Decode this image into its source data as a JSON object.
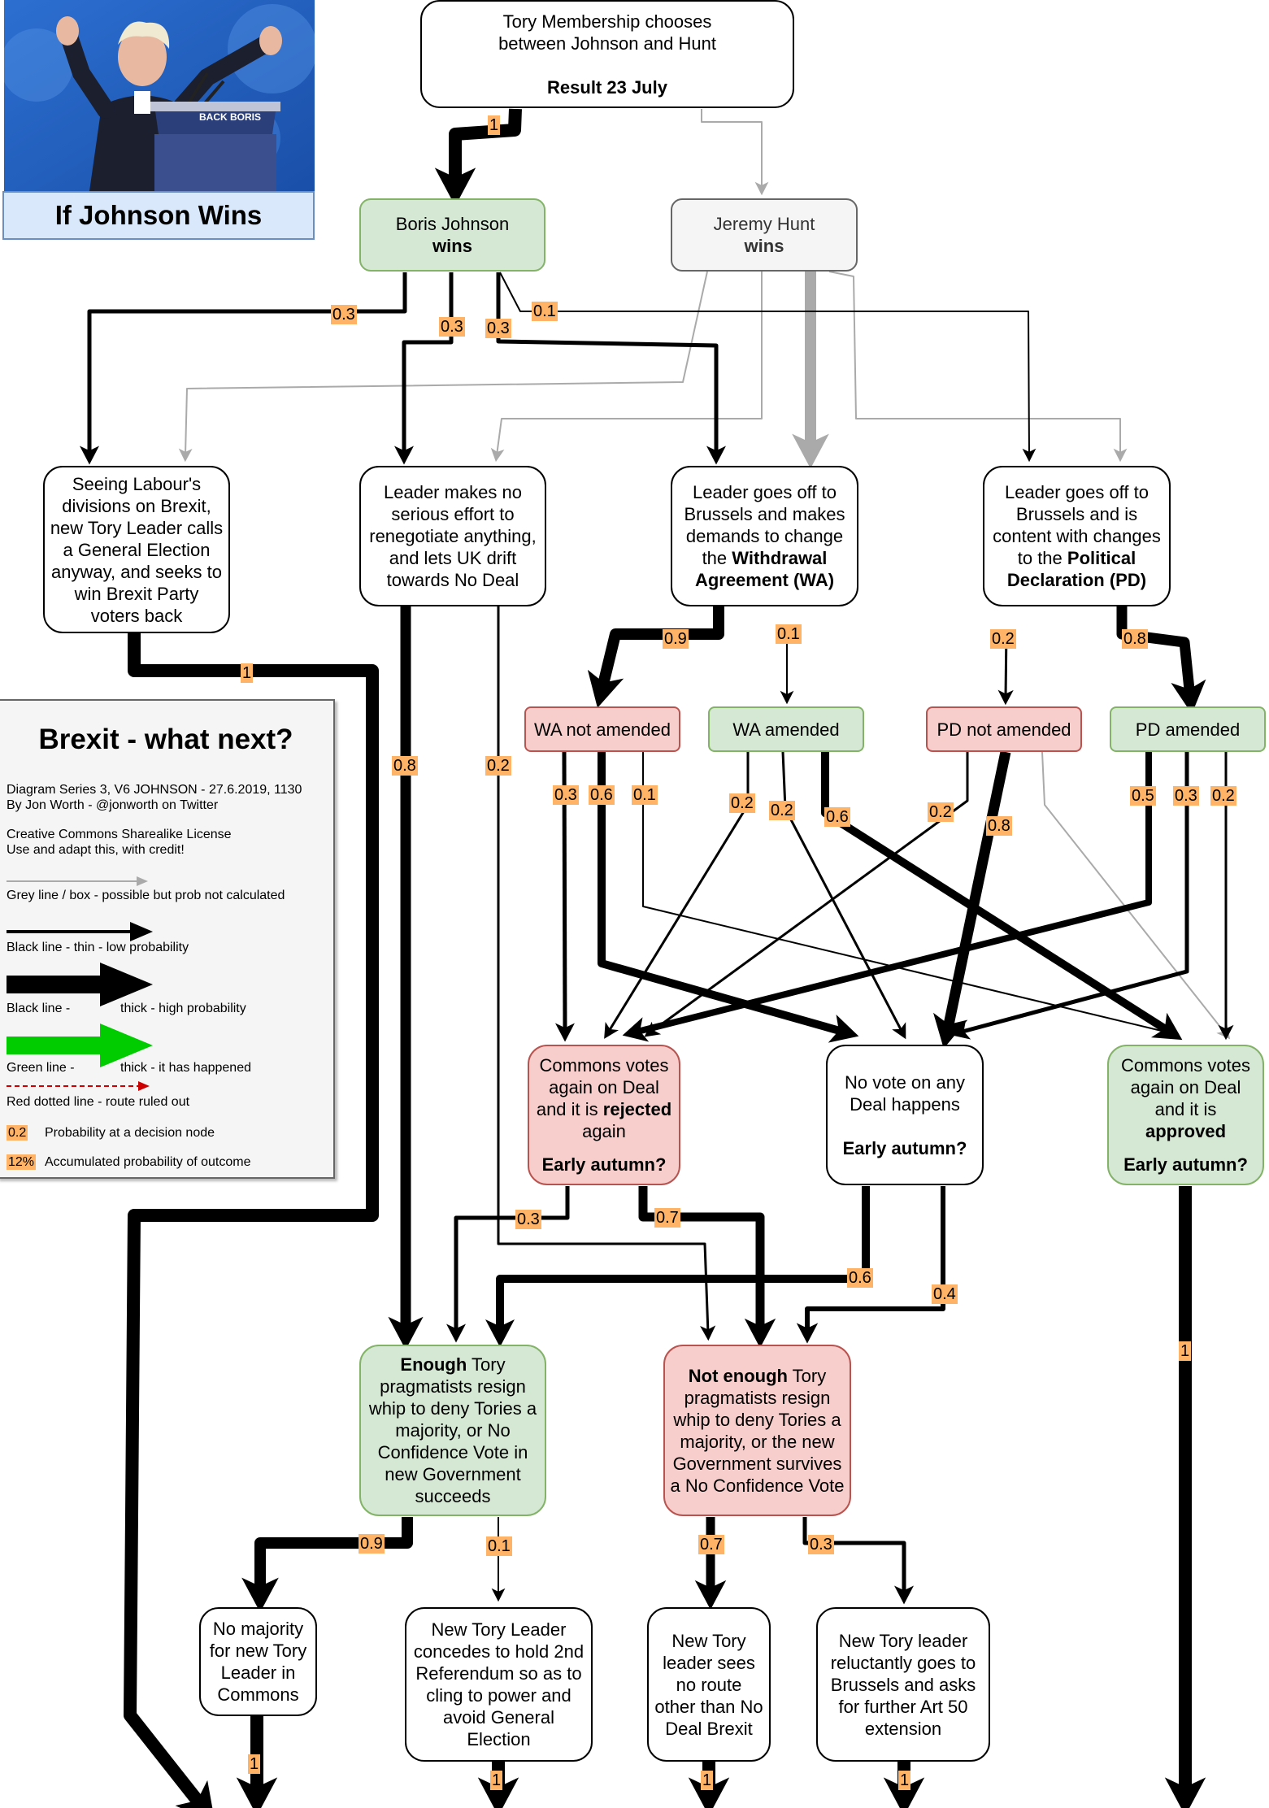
{
  "header": {
    "caption": "If Johnson Wins",
    "photo_text": "BACK BORIS"
  },
  "legend": {
    "title": "Brexit - what next?",
    "series_line": "Diagram Series 3, V6 JOHNSON - 27.6.2019, 1130",
    "author_line": "By Jon Worth - @jonworth on Twitter",
    "license_line1": "Creative Commons Sharealike License",
    "license_line2": "Use and adapt this, with credit!",
    "grey_text": "Grey line / box - possible but prob not calculated",
    "thin_text": "Black line - thin - low probability",
    "thick_a": "Black line -",
    "thick_b": "thick - high probability",
    "green_a": "Green line -",
    "green_b": "thick - it has happened",
    "red_text": "Red dotted line - route ruled out",
    "prob_swatch": "0.2",
    "prob_text": "Probability at a decision node",
    "acc_swatch": "12%",
    "acc_text": "Accumulated probability of outcome",
    "colors": {
      "orange": "#ffb366",
      "green": "#00cc00",
      "red": "#cc0000",
      "grey": "#aaaaaa"
    }
  },
  "nodes": {
    "top": {
      "l1": "Tory Membership chooses",
      "l2": "between Johnson and Hunt",
      "l3": "Result 23 July"
    },
    "johnson": {
      "l1": "Boris Johnson",
      "l2": "wins"
    },
    "hunt": {
      "l1": "Jeremy Hunt",
      "l2": "wins"
    },
    "labour": {
      "text": "Seeing Labour's divisions on Brexit, new Tory Leader calls a General Election anyway, and seeks to win Brexit Party voters back"
    },
    "noeffort": {
      "text": "Leader makes no serious effort to renegotiate anything, and lets UK drift towards No Deal"
    },
    "brussels_wa": {
      "pre": "Leader goes off to Brussels and makes demands to change the ",
      "bold": "Withdrawal Agreement (WA)"
    },
    "brussels_pd": {
      "pre": "Leader goes off to Brussels and is content with changes to the ",
      "bold": "Political Declaration (PD)"
    },
    "wa_not": {
      "text": "WA not amended"
    },
    "wa_am": {
      "text": "WA amended"
    },
    "pd_not": {
      "text": "PD not amended"
    },
    "pd_am": {
      "text": "PD amended"
    },
    "rejected": {
      "pre": "Commons votes again on Deal and it is ",
      "bold": "rejected",
      "post": " again",
      "tail": "Early autumn?"
    },
    "novote": {
      "text": "No vote on any Deal happens",
      "tail": "Early autumn?"
    },
    "approved": {
      "pre": "Commons votes again on Deal and it is ",
      "bold": "approved",
      "tail": "Early autumn?"
    },
    "enough": {
      "bold": "Enough",
      "post": " Tory pragmatists resign whip to deny Tories a majority, or No Confidence Vote in new Government succeeds"
    },
    "notenough": {
      "bold": "Not enough",
      "post": " Tory pragmatists resign whip to deny Tories a majority, or the new Government survives a No Confidence Vote"
    },
    "nomajority": {
      "text": "No majority for new Tory Leader in Commons"
    },
    "referendum": {
      "text": "New Tory Leader concedes to hold 2nd Referendum so as to cling to power and avoid General Election"
    },
    "nodeal": {
      "text": "New Tory leader sees no route other than No Deal Brexit"
    },
    "extension": {
      "text": "New Tory leader reluctantly goes to Brussels and asks for further Art 50 extension"
    }
  },
  "edges": [
    {
      "from": "top",
      "to": "johnson",
      "p": "1"
    },
    {
      "from": "top",
      "to": "hunt",
      "p": ""
    },
    {
      "from": "johnson",
      "to": "labour",
      "p": "0.3"
    },
    {
      "from": "johnson",
      "to": "noeffort",
      "p": "0.3"
    },
    {
      "from": "johnson",
      "to": "brussels_wa",
      "p": "0.3"
    },
    {
      "from": "johnson",
      "to": "brussels_pd",
      "p": "0.1"
    },
    {
      "from": "labour",
      "to": "bottom",
      "p": "1"
    },
    {
      "from": "noeffort",
      "to": "enough",
      "p": "0.8"
    },
    {
      "from": "noeffort",
      "to": "notenough",
      "p": "0.2"
    },
    {
      "from": "brussels_wa",
      "to": "wa_not",
      "p": "0.9"
    },
    {
      "from": "brussels_wa",
      "to": "wa_am",
      "p": "0.1"
    },
    {
      "from": "brussels_pd",
      "to": "pd_not",
      "p": "0.2"
    },
    {
      "from": "brussels_pd",
      "to": "pd_am",
      "p": "0.8"
    },
    {
      "from": "wa_not",
      "to": "rejected",
      "p": "0.3"
    },
    {
      "from": "wa_not",
      "to": "novote",
      "p": "0.6"
    },
    {
      "from": "wa_not",
      "to": "approved",
      "p": "0.1"
    },
    {
      "from": "wa_am",
      "to": "rejected",
      "p": "0.2"
    },
    {
      "from": "wa_am",
      "to": "novote",
      "p": "0.2"
    },
    {
      "from": "wa_am",
      "to": "approved",
      "p": "0.6"
    },
    {
      "from": "pd_not",
      "to": "rejected",
      "p": "0.2"
    },
    {
      "from": "pd_not",
      "to": "novote",
      "p": "0.8"
    },
    {
      "from": "pd_am",
      "to": "rejected",
      "p": "0.5"
    },
    {
      "from": "pd_am",
      "to": "novote",
      "p": "0.3"
    },
    {
      "from": "pd_am",
      "to": "approved",
      "p": "0.2"
    },
    {
      "from": "rejected",
      "to": "enough",
      "p": "0.3"
    },
    {
      "from": "rejected",
      "to": "notenough",
      "p": "0.7"
    },
    {
      "from": "novote",
      "to": "enough",
      "p": "0.6"
    },
    {
      "from": "novote",
      "to": "notenough",
      "p": "0.4"
    },
    {
      "from": "approved",
      "to": "bottom",
      "p": "1"
    },
    {
      "from": "enough",
      "to": "nomajority",
      "p": "0.9"
    },
    {
      "from": "enough",
      "to": "referendum",
      "p": "0.1"
    },
    {
      "from": "notenough",
      "to": "nodeal",
      "p": "0.7"
    },
    {
      "from": "notenough",
      "to": "extension",
      "p": "0.3"
    },
    {
      "from": "nomajority",
      "to": "bottom",
      "p": "1"
    },
    {
      "from": "referendum",
      "to": "bottom",
      "p": "1"
    },
    {
      "from": "nodeal",
      "to": "bottom",
      "p": "1"
    },
    {
      "from": "extension",
      "to": "bottom",
      "p": "1"
    }
  ]
}
